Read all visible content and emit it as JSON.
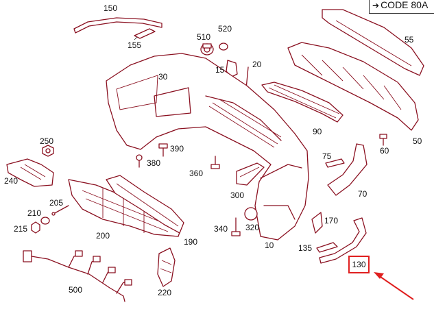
{
  "code_box": {
    "arrow": "➔",
    "text": "CODE 80A"
  },
  "highlighted_part": "130",
  "colors": {
    "part_outline": "#8a1020",
    "highlight": "#e02020",
    "text": "#111111"
  },
  "parts": [
    {
      "id": "p150",
      "label": "150"
    },
    {
      "id": "p155",
      "label": "155"
    },
    {
      "id": "p510",
      "label": "510"
    },
    {
      "id": "p520",
      "label": "520"
    },
    {
      "id": "p15",
      "label": "15"
    },
    {
      "id": "p20",
      "label": "20"
    },
    {
      "id": "p30",
      "label": "30"
    },
    {
      "id": "p55",
      "label": "55"
    },
    {
      "id": "p90",
      "label": "90"
    },
    {
      "id": "p60",
      "label": "60"
    },
    {
      "id": "p50",
      "label": "50"
    },
    {
      "id": "p250",
      "label": "250"
    },
    {
      "id": "p240",
      "label": "240"
    },
    {
      "id": "p390",
      "label": "390"
    },
    {
      "id": "p380",
      "label": "380"
    },
    {
      "id": "p360",
      "label": "360"
    },
    {
      "id": "p75",
      "label": "75"
    },
    {
      "id": "p70",
      "label": "70"
    },
    {
      "id": "p300",
      "label": "300"
    },
    {
      "id": "p205",
      "label": "205"
    },
    {
      "id": "p210",
      "label": "210"
    },
    {
      "id": "p215",
      "label": "215"
    },
    {
      "id": "p200",
      "label": "200"
    },
    {
      "id": "p190",
      "label": "190"
    },
    {
      "id": "p170",
      "label": "170"
    },
    {
      "id": "p340",
      "label": "340"
    },
    {
      "id": "p320",
      "label": "320"
    },
    {
      "id": "p10",
      "label": "10"
    },
    {
      "id": "p135",
      "label": "135"
    },
    {
      "id": "p500",
      "label": "500"
    },
    {
      "id": "p220",
      "label": "220"
    }
  ]
}
